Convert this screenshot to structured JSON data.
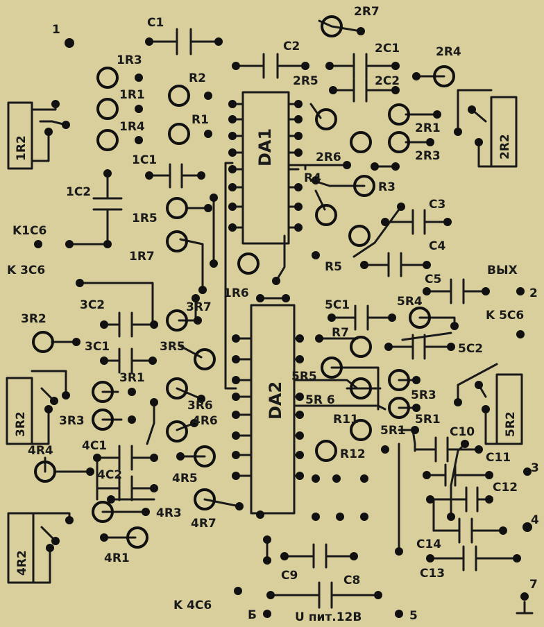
{
  "labels": {
    "n1": "1",
    "n2": "2",
    "n3": "3",
    "n4": "4",
    "n5": "5",
    "n7": "7",
    "C1": "C1",
    "C2": "C2",
    "2R7": "2R7",
    "2C1": "2C1",
    "2R4": "2R4",
    "2C2": "2C2",
    "1R3": "1R3",
    "R2": "R2",
    "2R5": "2R5",
    "1R1": "1R1",
    "1R4": "1R4",
    "R1": "R1",
    "2R1": "2R1",
    "2R3": "2R3",
    "2R6": "2R6",
    "1R2": "1R2",
    "2R2": "2R2",
    "1C1": "1C1",
    "1C2": "1C2",
    "R4": "R4",
    "R3": "R3",
    "1R5": "1R5",
    "C3": "C3",
    "K1C6": "K1C6",
    "C4": "C4",
    "1R7": "1R7",
    "R5": "R5",
    "K3C6": "K 3C6",
    "VYH": "BЫX",
    "1R6": "1R6",
    "C5": "C5",
    "3C2": "3C2",
    "3R7": "3R7",
    "5C1": "5C1",
    "5R4": "5R4",
    "K5C6": "K 5C6",
    "3R2": "3R2",
    "3C1": "3C1",
    "R7": "R7",
    "3R5": "3R5",
    "5C2": "5C2",
    "3R1": "3R1",
    "5R5": "5R5",
    "3R6": "3R6",
    "5R3": "5R3",
    "5R6": "5R 6",
    "3R3": "3R3",
    "4R6": "4R6",
    "R11": "R11",
    "5R1": "5R1",
    "5R1b": "5R1",
    "C10": "C10",
    "4R4": "4R4",
    "4C1": "4C1",
    "4C2": "4C2",
    "4R5": "4R5",
    "R12": "R12",
    "C11": "C11",
    "C12": "C12",
    "4R3": "4R3",
    "4R7": "4R7",
    "4R2": "4R2",
    "C14": "C14",
    "4R1": "4R1",
    "C9": "C9",
    "C13": "C13",
    "C8": "C8",
    "K4C6": "K 4C6",
    "B": "Б",
    "UPIT": "U пит.12В",
    "3R2b": "3R2",
    "5R2": "5R2",
    "DA1": "DA1",
    "DA2": "DA2"
  }
}
